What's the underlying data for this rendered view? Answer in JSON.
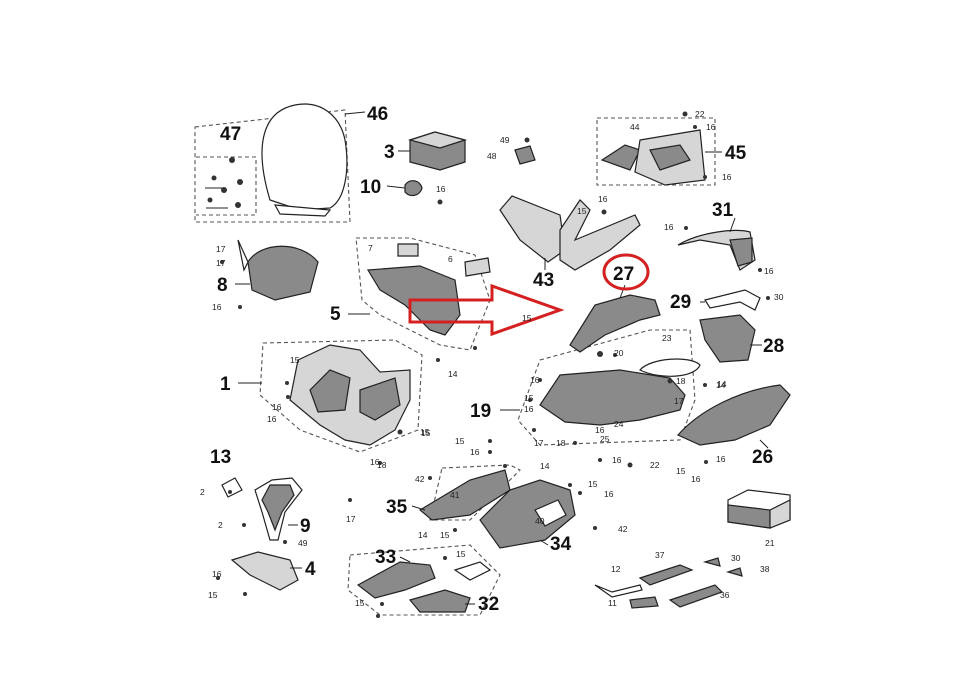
{
  "diagram": {
    "callout_color": "#d42020",
    "callouts": [
      {
        "id": "c46",
        "text": "46"
      },
      {
        "id": "c47",
        "text": "47"
      },
      {
        "id": "c3",
        "text": "3"
      },
      {
        "id": "c10",
        "text": "10"
      },
      {
        "id": "c43",
        "text": "43"
      },
      {
        "id": "c45",
        "text": "45"
      },
      {
        "id": "c31",
        "text": "31"
      },
      {
        "id": "c27",
        "text": "27"
      },
      {
        "id": "c29",
        "text": "29"
      },
      {
        "id": "c28",
        "text": "28"
      },
      {
        "id": "c8",
        "text": "8"
      },
      {
        "id": "c5",
        "text": "5"
      },
      {
        "id": "c1",
        "text": "1"
      },
      {
        "id": "c19",
        "text": "19"
      },
      {
        "id": "c26",
        "text": "26"
      },
      {
        "id": "c13",
        "text": "13"
      },
      {
        "id": "c9",
        "text": "9"
      },
      {
        "id": "c35",
        "text": "35"
      },
      {
        "id": "c34",
        "text": "34"
      },
      {
        "id": "c33",
        "text": "33"
      },
      {
        "id": "c32",
        "text": "32"
      },
      {
        "id": "c4",
        "text": "4"
      }
    ],
    "small_labels": [
      {
        "id": "s22",
        "text": "22"
      },
      {
        "id": "s16a",
        "text": "16"
      },
      {
        "id": "s44",
        "text": "44"
      },
      {
        "id": "s16b",
        "text": "16"
      },
      {
        "id": "s49",
        "text": "49"
      },
      {
        "id": "s48",
        "text": "48"
      },
      {
        "id": "s16c",
        "text": "16"
      },
      {
        "id": "s16d",
        "text": "16"
      },
      {
        "id": "s15a",
        "text": "15"
      },
      {
        "id": "s16e",
        "text": "16"
      },
      {
        "id": "s16f",
        "text": "16"
      },
      {
        "id": "s17a",
        "text": "17"
      },
      {
        "id": "s16g",
        "text": "16"
      },
      {
        "id": "s7",
        "text": "7"
      },
      {
        "id": "s6",
        "text": "6"
      },
      {
        "id": "s15b",
        "text": "15"
      },
      {
        "id": "s14a",
        "text": "14"
      },
      {
        "id": "s30a",
        "text": "30"
      },
      {
        "id": "s23",
        "text": "23"
      },
      {
        "id": "s20",
        "text": "20"
      },
      {
        "id": "s16h",
        "text": "16"
      },
      {
        "id": "s18",
        "text": "18"
      },
      {
        "id": "s14b",
        "text": "14"
      },
      {
        "id": "s15c",
        "text": "15"
      },
      {
        "id": "s16i",
        "text": "16"
      },
      {
        "id": "s17b",
        "text": "17"
      },
      {
        "id": "s17c",
        "text": "17"
      },
      {
        "id": "s18b",
        "text": "18"
      },
      {
        "id": "s24",
        "text": "24"
      },
      {
        "id": "s25",
        "text": "25"
      },
      {
        "id": "s16j",
        "text": "16"
      },
      {
        "id": "s22b",
        "text": "22"
      },
      {
        "id": "s15d",
        "text": "15"
      },
      {
        "id": "s16k",
        "text": "16"
      },
      {
        "id": "s15e",
        "text": "15"
      },
      {
        "id": "s16l",
        "text": "16"
      },
      {
        "id": "s15f",
        "text": "15"
      },
      {
        "id": "s16m",
        "text": "16"
      },
      {
        "id": "s14c",
        "text": "14"
      },
      {
        "id": "s15g",
        "text": "15"
      },
      {
        "id": "s18c",
        "text": "18"
      },
      {
        "id": "s42a",
        "text": "42"
      },
      {
        "id": "s41",
        "text": "41"
      },
      {
        "id": "s15h",
        "text": "15"
      },
      {
        "id": "s16n",
        "text": "16"
      },
      {
        "id": "s40",
        "text": "40"
      },
      {
        "id": "s14d",
        "text": "14"
      },
      {
        "id": "s15i",
        "text": "15"
      },
      {
        "id": "s42b",
        "text": "42"
      },
      {
        "id": "s2a",
        "text": "2"
      },
      {
        "id": "s17d",
        "text": "17"
      },
      {
        "id": "s2b",
        "text": "2"
      },
      {
        "id": "s49b",
        "text": "49"
      },
      {
        "id": "s16o",
        "text": "16"
      },
      {
        "id": "s15j",
        "text": "15"
      },
      {
        "id": "s15k",
        "text": "15"
      },
      {
        "id": "s15l",
        "text": "15"
      },
      {
        "id": "s12",
        "text": "12"
      },
      {
        "id": "s11",
        "text": "11"
      },
      {
        "id": "s37",
        "text": "37"
      },
      {
        "id": "s30b",
        "text": "30"
      },
      {
        "id": "s36",
        "text": "36"
      },
      {
        "id": "s38",
        "text": "38"
      },
      {
        "id": "s21",
        "text": "21"
      },
      {
        "id": "s16p",
        "text": "16"
      },
      {
        "id": "s15m",
        "text": "15"
      },
      {
        "id": "s16q",
        "text": "16"
      },
      {
        "id": "s14e",
        "text": "14"
      },
      {
        "id": "s16r",
        "text": "16"
      },
      {
        "id": "s16s",
        "text": "16"
      },
      {
        "id": "s17e",
        "text": "17"
      }
    ]
  }
}
